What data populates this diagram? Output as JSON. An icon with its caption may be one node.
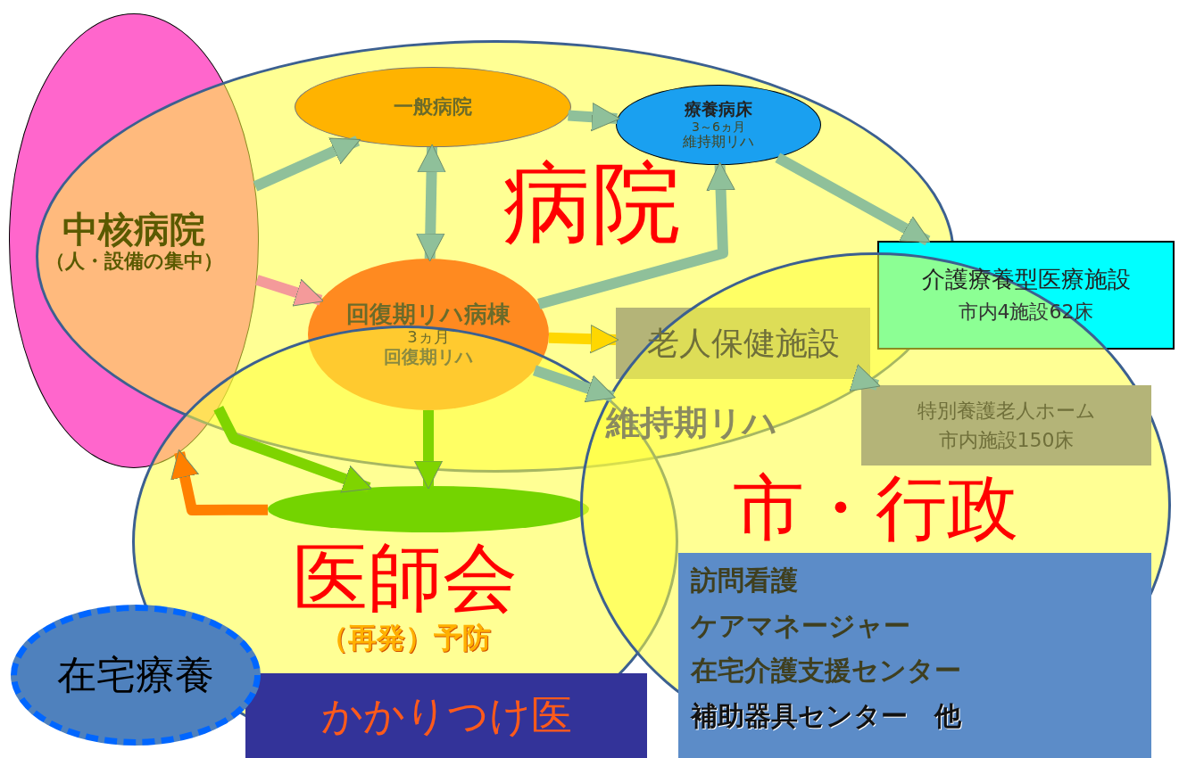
{
  "diagram": {
    "nodes": [
      {
        "text": [
          "中核病院",
          "（人・設備の集中）"
        ]
      },
      {
        "text": [
          "病院"
        ]
      },
      {
        "text": [
          "一般病院"
        ],
        "in": 1
      },
      {
        "text": [
          "療養病床",
          "3～6ヵ月",
          "維持期リハ"
        ],
        "in": 1
      },
      {
        "text": [
          "回復期リハ病棟",
          "3ヵ月",
          "回復期リハ"
        ],
        "in": 1
      },
      {
        "text": [
          "介護療養型医療施設",
          "市内4施設62床"
        ]
      },
      {
        "text": [
          "老人保健施設"
        ]
      },
      {
        "text": [
          "特別養護老人ホーム",
          "市内施設150床"
        ],
        "in": 12
      },
      {
        "text": [
          "維持期リハ"
        ]
      },
      {
        "text": [
          "医師会",
          "（再発）予防"
        ]
      },
      {
        "text": [],
        "shape": "ellipse",
        "in": 9
      },
      {
        "text": [
          "かかりつけ医"
        ],
        "in": 9
      },
      {
        "text": [
          "市・行政"
        ]
      },
      {
        "text": [
          "訪問看護",
          "ケアマネージャー",
          "在宅介護支援センター",
          "補助器具センター　他"
        ],
        "in": 12
      },
      {
        "text": [
          "在宅療養"
        ]
      }
    ],
    "edges": [
      {
        "from": 0,
        "to": 4,
        "arrow": "to",
        "color": "#f49a9a"
      },
      {
        "from": 0,
        "to": 2,
        "arrow": "to"
      },
      {
        "from": 2,
        "to": 3,
        "arrow": "to"
      },
      {
        "from": 2,
        "to": 4,
        "arrow": "both"
      },
      {
        "from": 4,
        "to": 3,
        "arrow": "to"
      },
      {
        "from": 3,
        "to": 5,
        "arrow": "to"
      },
      {
        "from": 4,
        "to": 6,
        "arrow": "to",
        "color": "#ffd700"
      },
      {
        "from": 6,
        "to": 7,
        "arrow": "to"
      },
      {
        "from": 4,
        "to": 8,
        "arrow": "to"
      },
      {
        "from": 4,
        "to": 10,
        "arrow": "to",
        "color": "#7fd400"
      },
      {
        "from": 0,
        "to": 10,
        "arrow": "to",
        "color": "#7fd400"
      },
      {
        "from": 10,
        "to": 0,
        "arrow": "to",
        "color": "#ff8000"
      }
    ]
  }
}
